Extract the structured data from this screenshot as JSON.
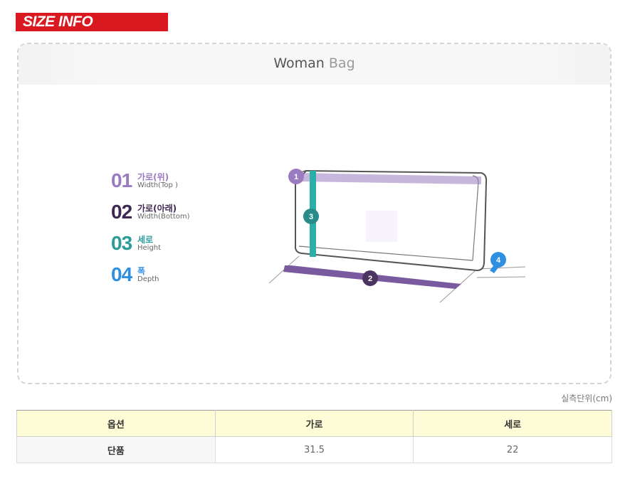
{
  "banner": {
    "label": "SIZE INFO"
  },
  "card": {
    "title_primary": "Woman",
    "title_secondary": "Bag"
  },
  "legend": [
    {
      "num": "01",
      "ko": "가로(위)",
      "en": "Width(Top )",
      "color": "#9a7bc0"
    },
    {
      "num": "02",
      "ko": "가로(아래)",
      "en": "Width(Bottom)",
      "color": "#3e2852"
    },
    {
      "num": "03",
      "ko": "세로",
      "en": "Height",
      "color": "#2a9c99"
    },
    {
      "num": "04",
      "ko": "폭",
      "en": "Depth",
      "color": "#2f8fe0"
    }
  ],
  "diagram": {
    "markers": [
      {
        "label": "1",
        "color": "#9a7bc0"
      },
      {
        "label": "2",
        "color": "#4b3560"
      },
      {
        "label": "3",
        "color": "#2a8c8a"
      },
      {
        "label": "4",
        "color": "#2f8fe0"
      }
    ]
  },
  "unit_note": "실측단위(cm)",
  "table": {
    "headers": [
      "옵션",
      "가로",
      "세로"
    ],
    "rows": [
      {
        "option": "단품",
        "width": "31.5",
        "height": "22"
      }
    ]
  }
}
